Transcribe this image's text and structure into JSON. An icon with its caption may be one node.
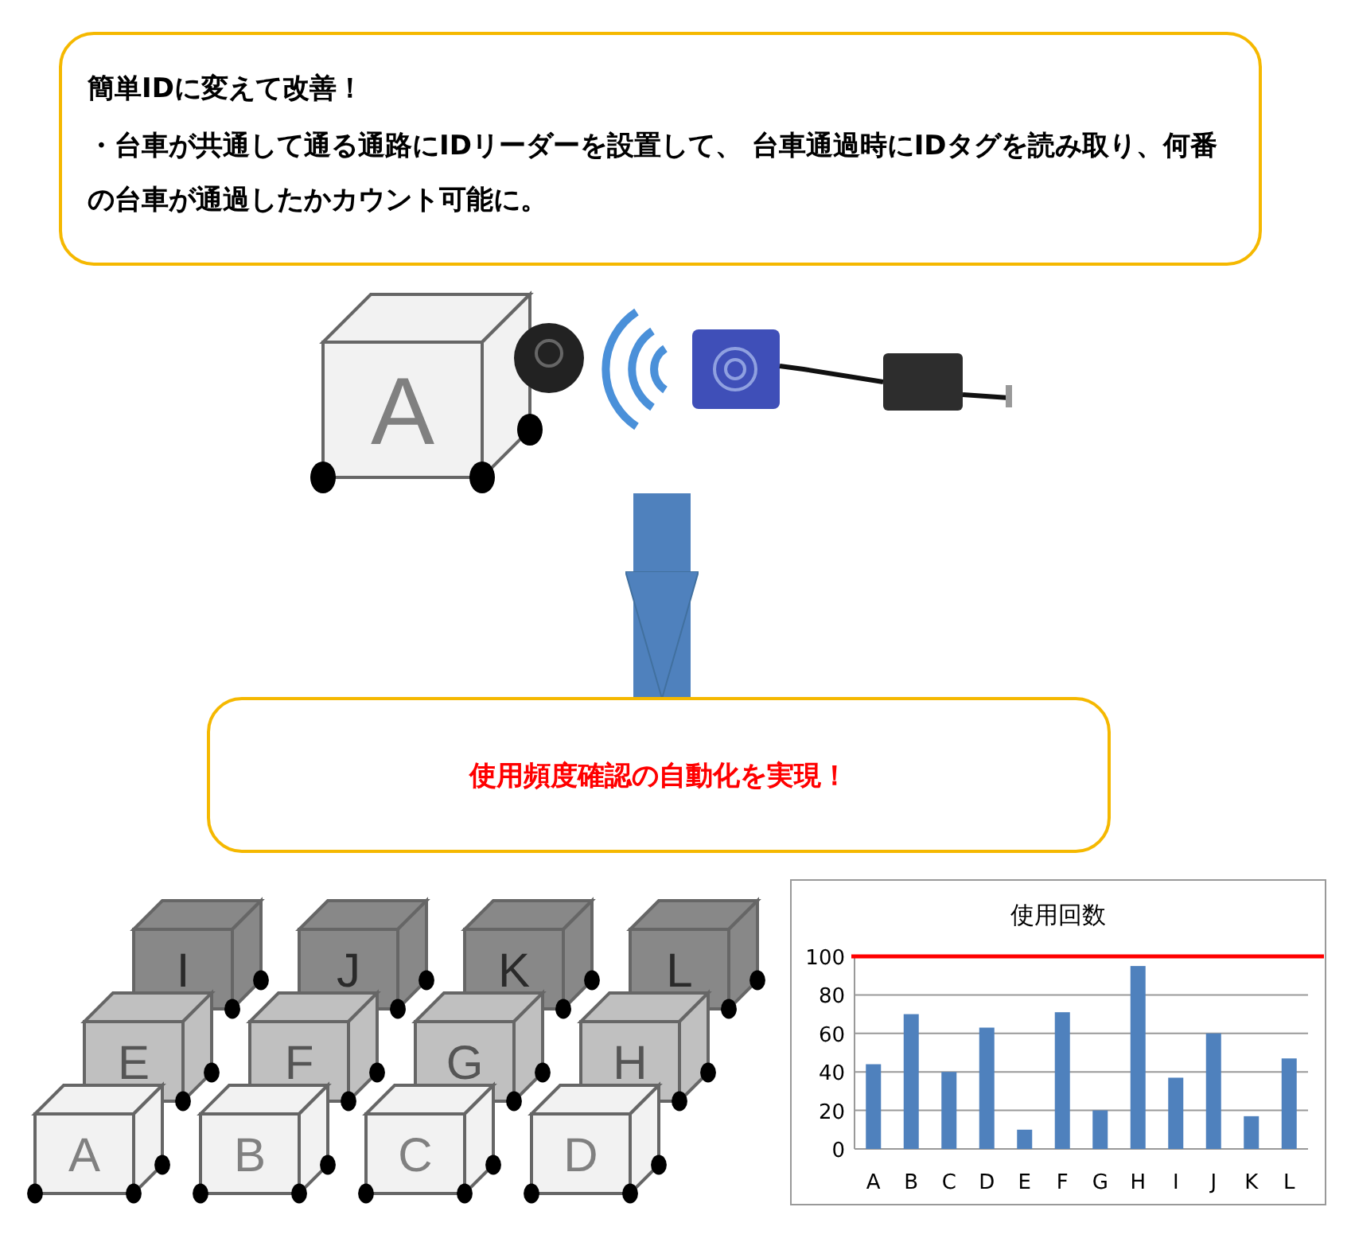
{
  "diagram": {
    "nodes": [
      {
        "text": [
          "簡単IDに変えて改善！",
          "・台車が共通して通る通路にIDリーダーを設置して、 台車通過時にIDタグを読み取り、何番の台車が通過したかカウント可能に。"
        ]
      },
      {
        "text": [],
        "shape": "picture"
      },
      {
        "text": [
          "使用頻度確認の自動化を実現！"
        ]
      }
    ],
    "edges": [
      {
        "from": 1,
        "to": 2,
        "arrow": "to"
      }
    ],
    "labels": [
      "A",
      "I",
      "J",
      "K",
      "L",
      "E",
      "F",
      "G",
      "H",
      "A",
      "B",
      "C",
      "D"
    ],
    "chart_data": {
      "type": "bar",
      "title": "使用回数",
      "categories": [
        "A",
        "B",
        "C",
        "D",
        "E",
        "F",
        "G",
        "H",
        "I",
        "J",
        "K",
        "L"
      ],
      "values": [
        44,
        70,
        40,
        63,
        10,
        71,
        20,
        95,
        37,
        60,
        17,
        47
      ],
      "ylim": [
        0,
        100
      ],
      "yticks": [
        0,
        20,
        40,
        60,
        80,
        100
      ],
      "grid": true,
      "ref_lines": [
        {
          "axis": "y",
          "value": 100,
          "color": "#ff0000"
        }
      ]
    }
  }
}
